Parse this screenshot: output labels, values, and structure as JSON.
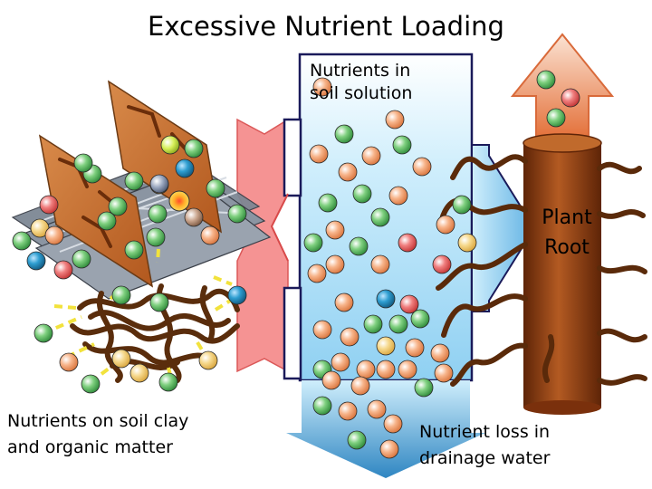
{
  "title": "Excessive Nutrient Loading",
  "labels": {
    "soil_solution": [
      "Nutrients in",
      "soil solution"
    ],
    "plant_root": [
      "Plant",
      "Root"
    ],
    "clay_organic": [
      "Nutrients on soil clay",
      "and organic matter"
    ],
    "drainage": [
      "Nutrient loss in",
      "drainage water"
    ]
  },
  "colors": {
    "nutrient_green": "#5fbf5f",
    "nutrient_peach": "#f6a46e",
    "nutrient_red": "#ee6b6b",
    "nutrient_yellow": "#f3d27a",
    "nutrient_blue": "#2a8fbf",
    "soil_solution_fill": "#bfe4f8",
    "root_brown": "#8a3b12",
    "clay_orange": "#c66a2a",
    "organic_matter": "#5a2d0c",
    "barrier_red": "#f26b6b",
    "uptake_arrow_top": "#e8743c",
    "drainage_arrow": "#4aa3d6"
  }
}
